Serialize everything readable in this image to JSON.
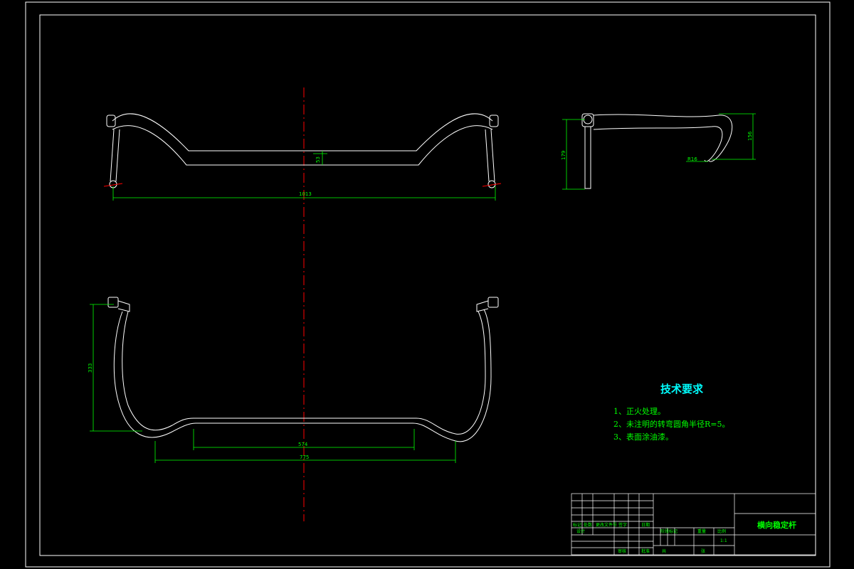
{
  "dimensions": {
    "front_width": "1013",
    "front_dip": "53",
    "side_height": "179",
    "side_drop": "156",
    "side_radius": "R16",
    "top_depth": "333",
    "top_inner": "574",
    "top_outer": "775"
  },
  "tech_requirements": {
    "title": "技术要求",
    "items": [
      "1、正火处理。",
      "2、未注明的转弯圆角半径R=5。",
      "3、表面涂油漆。"
    ]
  },
  "title_block": {
    "part_name": "横向稳定杆",
    "row_labels": [
      "标记",
      "处数",
      "更改文件号",
      "签字",
      "日期"
    ],
    "design_label": "设计",
    "review_label": "审核",
    "approve_label": "批准",
    "stage_label": "阶段标记",
    "weight_label": "重量",
    "scale_label": "比例",
    "scale_value": "1:1",
    "sheet_label": "共",
    "sheet_of_label": "张"
  },
  "colors": {
    "background": "#000000",
    "lines": "#ffffff",
    "dimension": "#00ff00",
    "centerline": "#ff0000",
    "title": "#00ffff"
  }
}
